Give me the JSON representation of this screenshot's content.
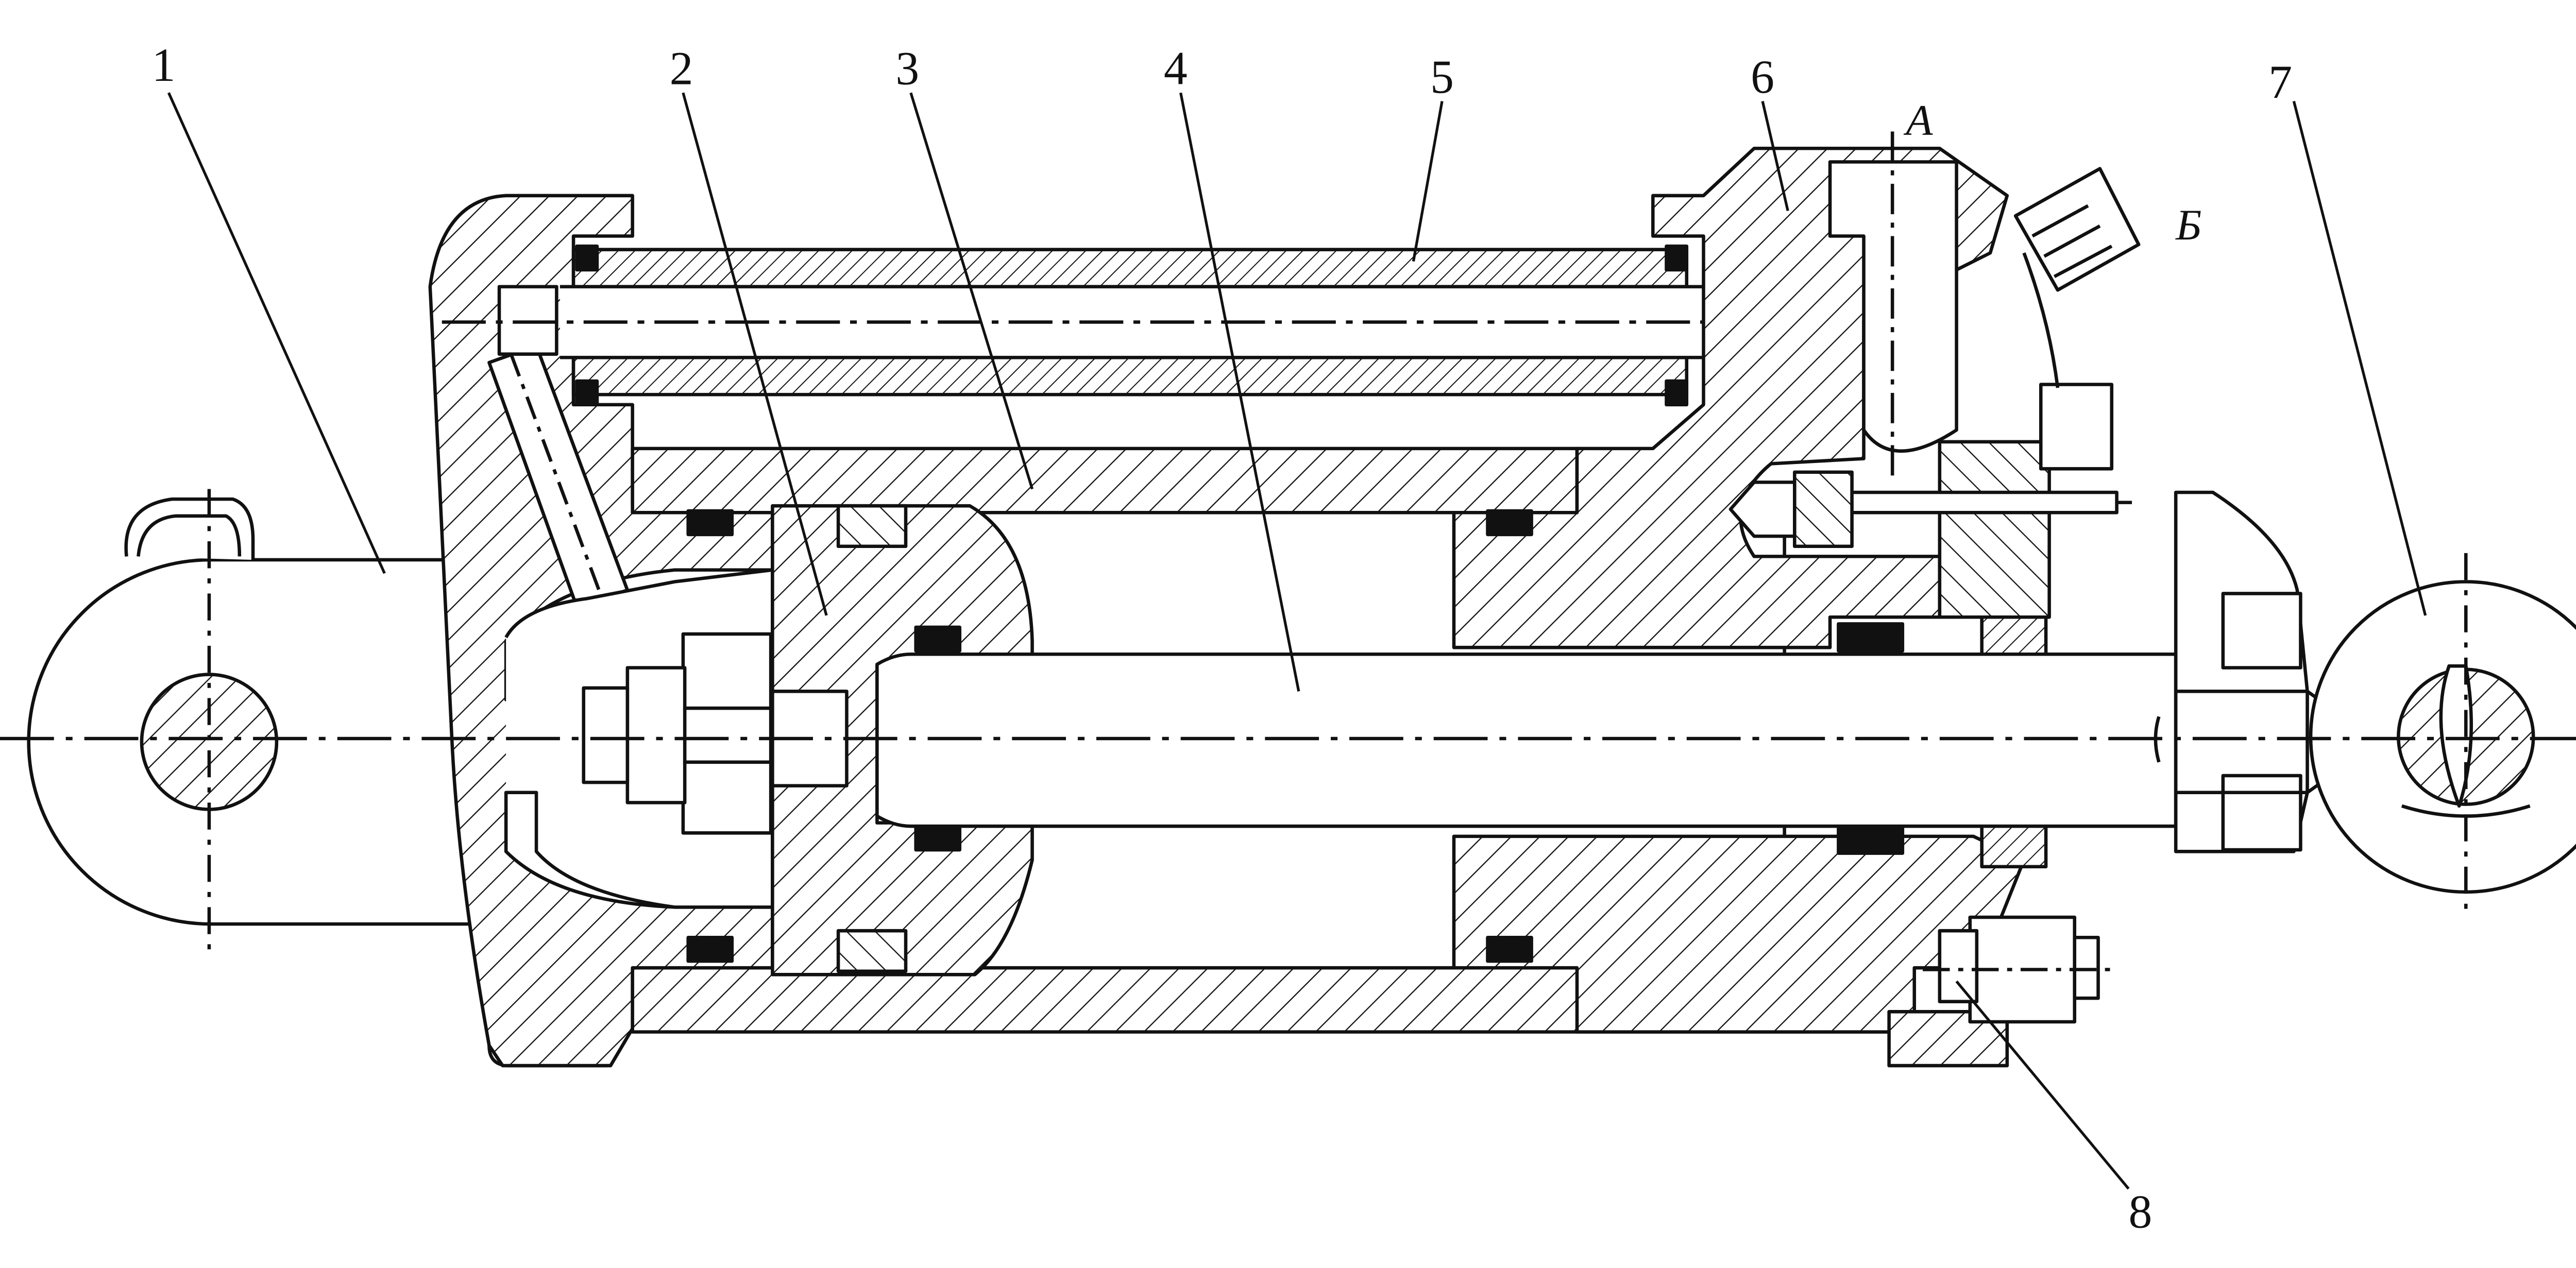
{
  "labels": {
    "part_1": "1",
    "part_2": "2",
    "part_3": "3",
    "part_4": "4",
    "part_5": "5",
    "part_6": "6",
    "part_7": "7",
    "part_8": "8",
    "port_a": "А",
    "port_b": "Б"
  },
  "colors": {
    "ink": "#111111",
    "paper": "#ffffff"
  }
}
